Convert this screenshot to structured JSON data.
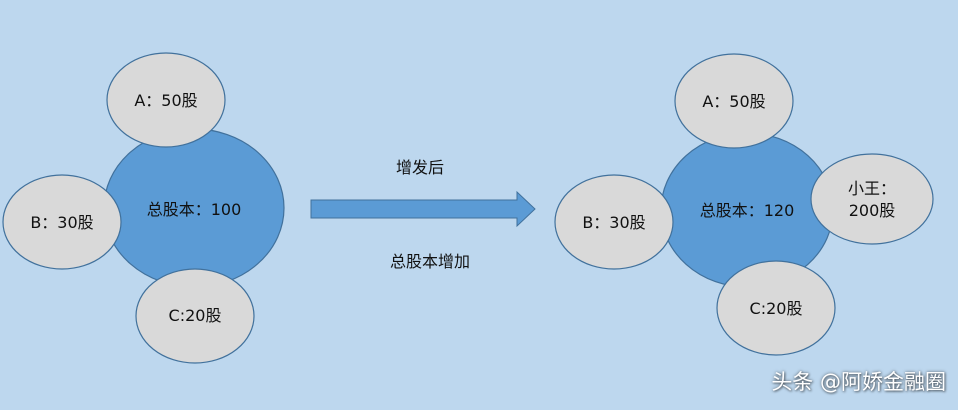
{
  "colors": {
    "background": "#bdd7ee",
    "center_fill": "#5b9bd5",
    "holder_fill": "#d9d9d9",
    "stroke": "#41719c",
    "arrow_fill": "#5b9bd5"
  },
  "before": {
    "total": "总股本：100",
    "holder_a": "A：50股",
    "holder_b": "B：30股",
    "holder_c": "C:20股"
  },
  "after": {
    "total": "总股本：120",
    "holder_a": "A：50股",
    "holder_b": "B：30股",
    "holder_c": "C:20股",
    "new_holder_line1": "小王：",
    "new_holder_line2": "200股"
  },
  "arrow": {
    "label_top": "增发后",
    "label_bottom": "总股本增加"
  },
  "watermark": "头条 @阿娇金融圈"
}
